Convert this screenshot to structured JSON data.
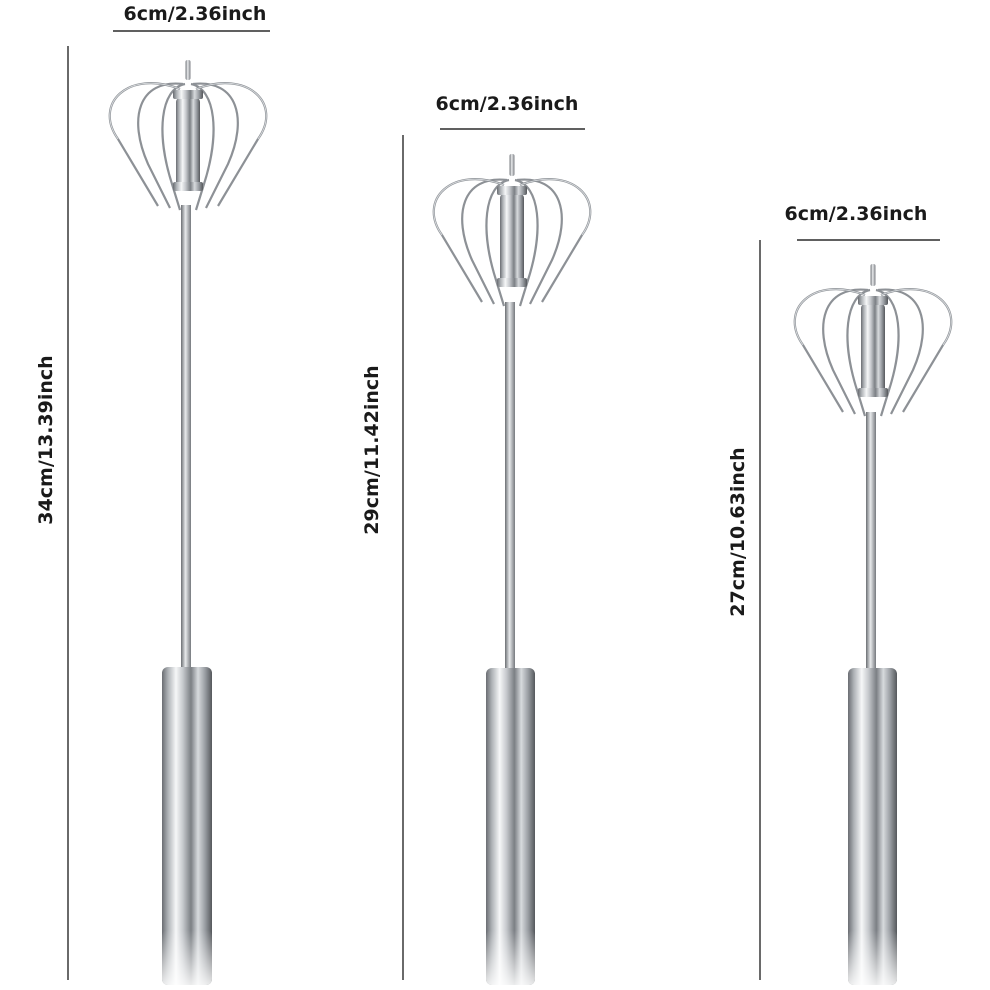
{
  "whisks": [
    {
      "id": "large",
      "width_label": "6cm/2.36inch",
      "length_label": "34cm/13.39inch"
    },
    {
      "id": "medium",
      "width_label": "6cm/2.36inch",
      "length_label": "29cm/11.42inch"
    },
    {
      "id": "small",
      "width_label": "6cm/2.36inch",
      "length_label": "27cm/10.63inch"
    }
  ],
  "colors": {
    "background": "#ffffff",
    "text": "#1a1a1a",
    "metal_dark": "#5e6166",
    "metal_light": "#f4f5f6"
  }
}
